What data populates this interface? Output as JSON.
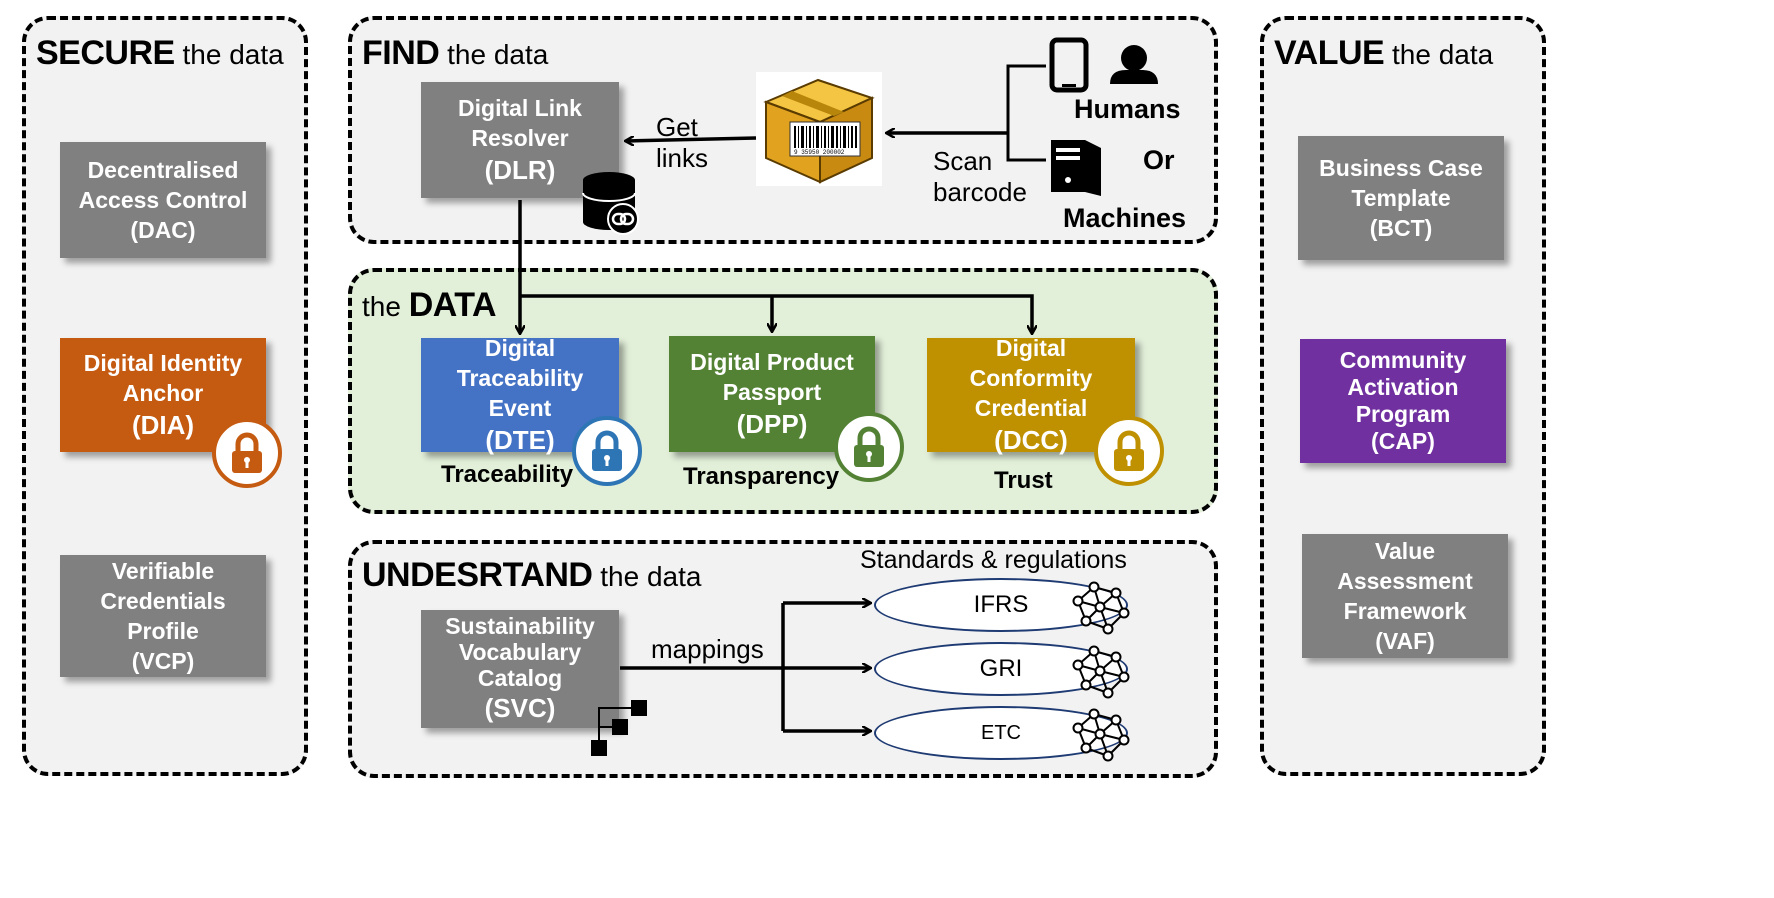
{
  "secure": {
    "title_bold": "SECURE",
    "title_rest": "the data",
    "dac": {
      "lines": [
        "Decentralised",
        "Access Control",
        "(DAC)"
      ]
    },
    "dia": {
      "lines": [
        "Digital Identity",
        "Anchor",
        "(DIA)"
      ]
    },
    "vcp": {
      "lines": [
        "Verifiable",
        "Credentials Profile",
        "(VCP)"
      ]
    }
  },
  "find": {
    "title_bold": "FIND",
    "title_rest": "the data",
    "dlr": {
      "lines": [
        "Digital Link",
        "Resolver",
        "(DLR)"
      ]
    },
    "get_links": [
      "Get",
      "links"
    ],
    "scan_barcode": [
      "Scan",
      "barcode"
    ],
    "barcode_digits": "9 35950 200002",
    "humans": "Humans",
    "or": "Or",
    "machines": "Machines"
  },
  "data": {
    "title_the": "the",
    "title_bold": "DATA",
    "dte": {
      "lines": [
        "Digital",
        "Traceability Event",
        "(DTE)"
      ],
      "caption": "Traceability",
      "color": "#4472c4"
    },
    "dpp": {
      "lines": [
        "Digital Product",
        "Passport",
        "(DPP)"
      ],
      "caption": "Transparency",
      "color": "#548235"
    },
    "dcc": {
      "lines": [
        "Digital Conformity",
        "Credential",
        "(DCC)"
      ],
      "caption": "Trust",
      "color": "#bf9000"
    }
  },
  "understand": {
    "title_bold": "UNDESRTAND",
    "title_rest": "the data",
    "svc": {
      "lines": [
        "Sustainability",
        "Vocabulary",
        "Catalog",
        "(SVC)"
      ]
    },
    "mappings": "mappings",
    "standards_title": "Standards & regulations",
    "standards": [
      "IFRS",
      "GRI",
      "ETC"
    ]
  },
  "value": {
    "title_bold": "VALUE",
    "title_rest": "the data",
    "bct": {
      "lines": [
        "Business Case",
        "Template",
        "(BCT)"
      ]
    },
    "cap": {
      "lines": [
        "Community",
        "Activation",
        "Program",
        "(CAP)"
      ],
      "color": "#7030a0"
    },
    "vaf": {
      "lines": [
        "Value Assessment",
        "Framework",
        "(VAF)"
      ]
    }
  },
  "colors": {
    "dia": "#c55a11",
    "lock_blue": "#2e75b6",
    "lock_green": "#548235",
    "lock_gold": "#bf9000",
    "lock_orange": "#c55a11",
    "data_panel": "#e2efd9"
  }
}
